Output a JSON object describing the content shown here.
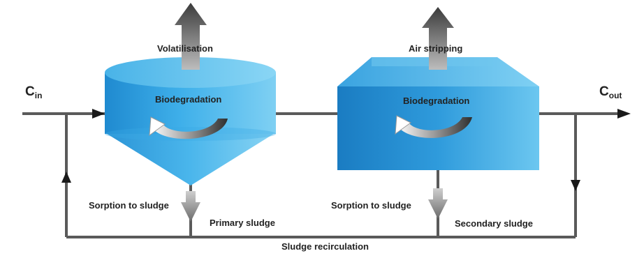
{
  "labels": {
    "c_in_main": "C",
    "c_in_sub": "in",
    "c_out_main": "C",
    "c_out_sub": "out",
    "volatilisation": "Volatilisation",
    "air_stripping": "Air stripping",
    "biodegradation_primary": "Biodegradation",
    "biodegradation_secondary": "Biodegradation",
    "sorption_primary": "Sorption to sludge",
    "sorption_secondary": "Sorption to sludge",
    "primary_sludge": "Primary sludge",
    "secondary_sludge": "Secondary sludge",
    "sludge_recirculation": "Sludge recirculation"
  },
  "colors": {
    "line": "#5a5a5a",
    "arrow": "#1a1a1a",
    "tank_light": "#7ccdf0",
    "tank_mid": "#39a6e3",
    "tank_dark": "#1a7fc4"
  }
}
